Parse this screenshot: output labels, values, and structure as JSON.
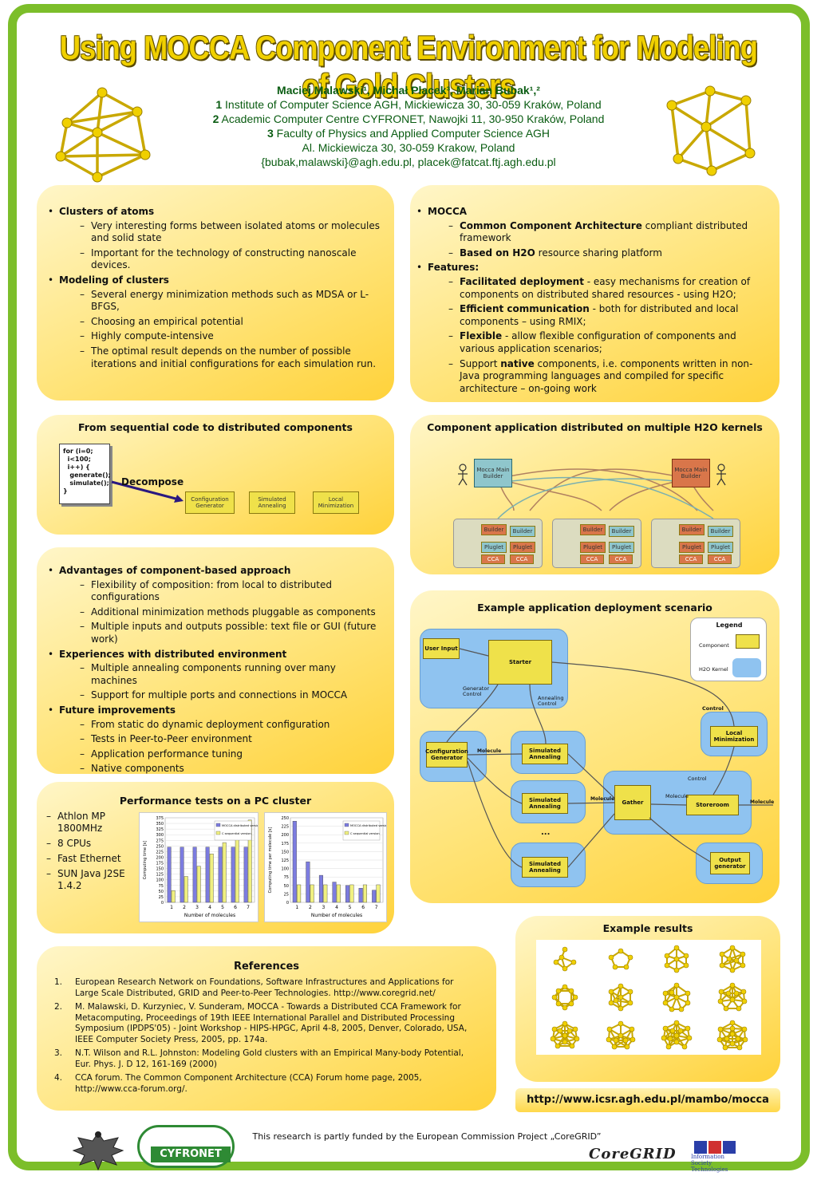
{
  "title": "Using MOCCA Component Environment for Modeling of Gold Clusters",
  "authors": {
    "names": "Maciej Malawski¹, Michał Placek³, Marian Bubak¹,²",
    "aff1_num": "1",
    "aff1": "Institute of Computer Science AGH, Mickiewicza 30, 30-059 Kraków, Poland",
    "aff2_num": "2",
    "aff2": "Academic Computer Centre CYFRONET, Nawojki 11, 30-950 Kraków, Poland",
    "aff3_num": "3",
    "aff3": "Faculty of Physics and Applied Computer Science AGH",
    "address": "Al. Mickiewicza 30, 30-059 Krakow, Poland",
    "emails": "{bubak,malawski}@agh.edu.pl, placek@fatcat.ftj.agh.edu.pl"
  },
  "clusters": {
    "h1": "Clusters of atoms",
    "h1_items": [
      "Very interesting forms between isolated atoms or molecules and solid state",
      "Important for the technology of constructing nanoscale devices."
    ],
    "h2": "Modeling of clusters",
    "h2_items": [
      "Several energy minimization methods such as MDSA or L-BFGS,",
      "Choosing an empirical potential",
      "Highly compute-intensive",
      "The optimal result depends on the number of possible iterations and initial configurations for each simulation run."
    ]
  },
  "mocca": {
    "h1": "MOCCA",
    "i1_bold": "Common Component Architecture",
    "i1_rest": " compliant distributed framework",
    "i2_bold": "Based on H2O",
    "i2_rest": " resource sharing platform",
    "h2": "Features:",
    "f1_bold": "Facilitated deployment",
    "f1_rest": " - easy mechanisms for creation of components on distributed shared resources - using H2O;",
    "f2_bold": "Efficient communication",
    "f2_rest": " - both for distributed and local components – using RMIX;",
    "f3_bold": "Flexible",
    "f3_rest": " - allow flexible configuration of components and various application scenarios;",
    "f4_pre": "Support ",
    "f4_bold": "native",
    "f4_rest": " components, i.e. components written in non-Java programming languages and compiled for specific architecture – on-going work"
  },
  "seq": {
    "title": "From sequential code to distributed components",
    "code": [
      "for (i=0;",
      "  i<100;",
      "  i++) {",
      "   generate();",
      "   simulate();",
      "}"
    ],
    "decompose": "Decompose",
    "c1": "Configuration Generator",
    "c2": "Simulated Annealing",
    "c3": "Local Minimization"
  },
  "dist": {
    "title": "Component application distributed on multiple H2O kernels",
    "main1": "Mocca Main Builder",
    "main2": "Mocca Main Builder",
    "builder": "Builder",
    "pluglet": "Pluglet",
    "cca": "CCA"
  },
  "adv": {
    "h1": "Advantages of component-based approach",
    "h1_items": [
      "Flexibility of composition: from local to distributed configurations",
      "Additional minimization methods pluggable as components",
      "Multiple inputs and outputs possible: text file or GUI (future work)"
    ],
    "h2": "Experiences with distributed environment",
    "h2_items": [
      "Multiple annealing components running over many machines",
      "Support for multiple ports and connections in MOCCA"
    ],
    "h3": "Future improvements",
    "h3_items": [
      "From static do dynamic deployment configuration",
      "Tests in Peer-to-Peer environment",
      "Application performance tuning",
      "Native components"
    ]
  },
  "example": {
    "title": "Example application deployment scenario",
    "legend": "Legend",
    "legend_component": "Component",
    "legend_kernel": "H2O Kernel",
    "user_input": "User Input",
    "starter": "Starter",
    "gen_control": "Generator Control",
    "ann_control": "Annealing Control",
    "config_gen": "Configuration Generator",
    "sim_ann": "Simulated Annealing",
    "control": "Control",
    "molecule": "Molecule",
    "local_min": "Local Minimization",
    "gather": "Gather",
    "storeroom": "Storeroom",
    "output": "Output generator",
    "dots": "..."
  },
  "perf": {
    "title": "Performance tests on a PC cluster",
    "items": [
      "Athlon MP 1800MHz",
      "8 CPUs",
      "Fast Ethernet",
      "SUN Java J2SE 1.4.2"
    ]
  },
  "chart_data": [
    {
      "type": "bar",
      "categories": [
        "1",
        "2",
        "3",
        "4",
        "5",
        "6",
        "7"
      ],
      "series": [
        {
          "name": "MOCCA distributed version",
          "values": [
            245,
            245,
            245,
            245,
            245,
            245,
            245
          ]
        },
        {
          "name": "C sequential version",
          "values": [
            52,
            115,
            160,
            215,
            265,
            315,
            365
          ]
        }
      ],
      "xlabel": "Number of molecules",
      "ylabel": "Computing time [s]",
      "ylim": [
        0,
        375
      ],
      "yticks": [
        0,
        25,
        50,
        75,
        100,
        125,
        150,
        175,
        200,
        225,
        250,
        275,
        300,
        325,
        350,
        375
      ]
    },
    {
      "type": "bar",
      "categories": [
        "1",
        "2",
        "3",
        "4",
        "5",
        "6",
        "7"
      ],
      "series": [
        {
          "name": "MOCCA distributed version",
          "values": [
            240,
            120,
            80,
            60,
            50,
            42,
            36
          ]
        },
        {
          "name": "C sequential version",
          "values": [
            52,
            52,
            52,
            52,
            52,
            52,
            52
          ]
        }
      ],
      "xlabel": "Number of molecules",
      "ylabel": "Computing time per molecule [s]",
      "ylim": [
        0,
        250
      ],
      "yticks": [
        0,
        25,
        50,
        75,
        100,
        125,
        150,
        175,
        200,
        225,
        250
      ]
    }
  ],
  "results": {
    "title": "Example results"
  },
  "refs": {
    "title": "References",
    "items": [
      "European Research Network on Foundations, Software Infrastructures and Applications for Large Scale Distributed, GRID and Peer-to-Peer Technologies. http://www.coregrid.net/",
      "M. Malawski, D. Kurzyniec, V. Sunderam, MOCCA - Towards a Distributed CCA Framework for Metacomputing, Proceedings of 19th IEEE International Parallel and Distributed Processing Symposium (IPDPS'05) - Joint Workshop - HIPS-HPGC, April 4-8, 2005, Denver, Colorado, USA, IEEE Computer Society Press, 2005, pp. 174a.",
      "N.T. Wilson and R.L. Johnston: Modeling Gold clusters with an Empirical Many-body Potential, Eur. Phys. J. D 12, 161-169 (2000)",
      "CCA forum. The Common Component Architecture (CCA) Forum home page, 2005, http://www.cca-forum.org/."
    ]
  },
  "url": "http://www.icsr.agh.edu.pl/mambo/mocca",
  "footer": "This research is partly funded by the European Commission Project „CoreGRID”",
  "logos": {
    "cyfronet": "CYFRONET",
    "coregrid": "CoreGRID",
    "infosoc": "Information Society Technologies"
  },
  "colors": {
    "frame": "#7cbe2a",
    "title": "#f0d000",
    "authors": "#0a5c12",
    "mocca_bar": "#7c7ce0",
    "c_bar": "#f0f080"
  }
}
